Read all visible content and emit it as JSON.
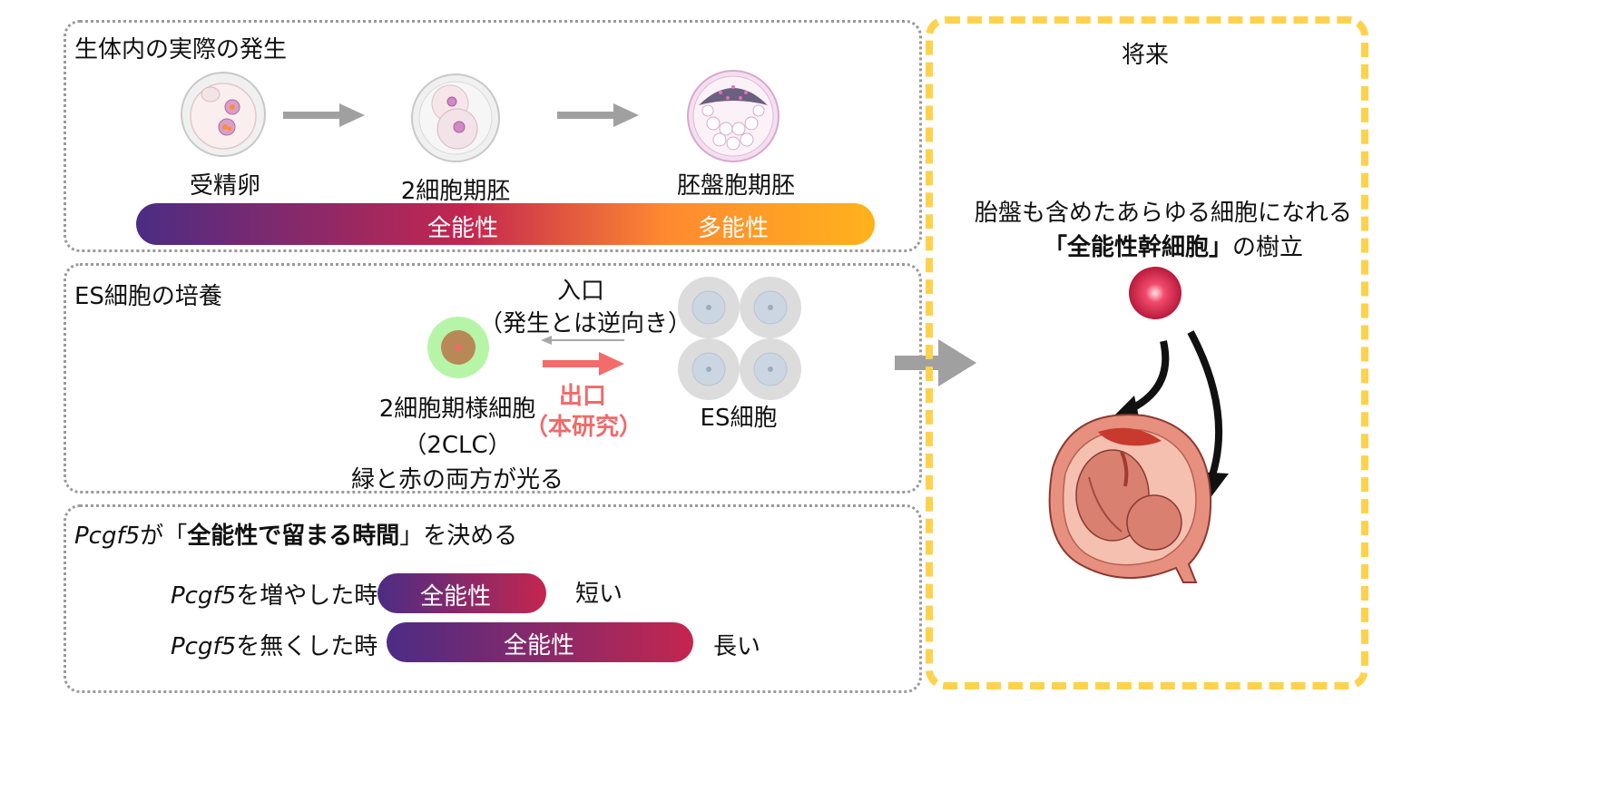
{
  "panel_in_vivo": {
    "title": "生体内の実際の発生",
    "stages": [
      "受精卵",
      "2細胞期胚",
      "胚盤胞期胚"
    ],
    "bar_labels": [
      "全能性",
      "多能性"
    ]
  },
  "panel_es": {
    "title": "ES細胞の培養",
    "entry": "入口",
    "entry_note": "（発生とは逆向き）",
    "exit": "出口",
    "exit_note": "（本研究）",
    "clc_name": "2細胞期様細胞",
    "clc_abbr": "（2CLC）",
    "clc_note": "緑と赤の両方が光る",
    "es_name": "ES細胞"
  },
  "panel_pcgf5": {
    "gene": "Pcgf5",
    "title_mid": "が「",
    "title_bold": "全能性で留まる時間",
    "title_end": "」を決める",
    "row1_suffix": "を増やした時",
    "row1_bar": "全能性",
    "row1_result": "短い",
    "row2_suffix": "を無くした時",
    "row2_bar": "全能性",
    "row2_result": "長い"
  },
  "panel_future": {
    "title": "将来",
    "line1": "胎盤も含めたあらゆる細胞になれる",
    "line2_open": "「",
    "line2_bold": "全能性幹細胞",
    "line2_close": "」の樹立",
    "line2_end": "の樹立"
  },
  "colors": {
    "gradient_start": "#4b2c84",
    "gradient_mid": "#c4264f",
    "gradient_end": "#ffb21c",
    "red_text": "#f06a6a",
    "future_border": "#ffd24d"
  }
}
